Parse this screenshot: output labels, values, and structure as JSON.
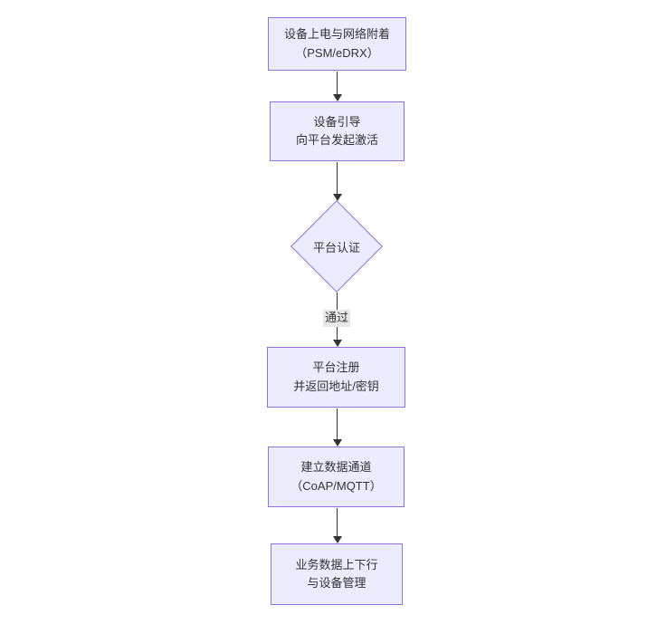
{
  "diagram": {
    "type": "flowchart-vertical",
    "nodes": {
      "power": {
        "line1": "设备上电与网络附着",
        "line2": "（PSM/eDRX）"
      },
      "bootstrap": {
        "line1": "设备引导",
        "line2": "向平台发起激活"
      },
      "auth": {
        "label": "平台认证",
        "shape": "decision-diamond"
      },
      "register": {
        "line1": "平台注册",
        "line2": "并返回地址/密钥"
      },
      "channel": {
        "line1": "建立数据通道",
        "line2": "（CoAP/MQTT）"
      },
      "business": {
        "line1": "业务数据上下行",
        "line2": "与设备管理"
      }
    },
    "edges": {
      "pass_label": "通过"
    },
    "colors": {
      "node_fill": "#ECECFF",
      "node_border": "#9370DB",
      "arrow": "#333333",
      "edge_label_bg": "#e8e8e8",
      "text": "#333333",
      "background": "#ffffff"
    }
  }
}
